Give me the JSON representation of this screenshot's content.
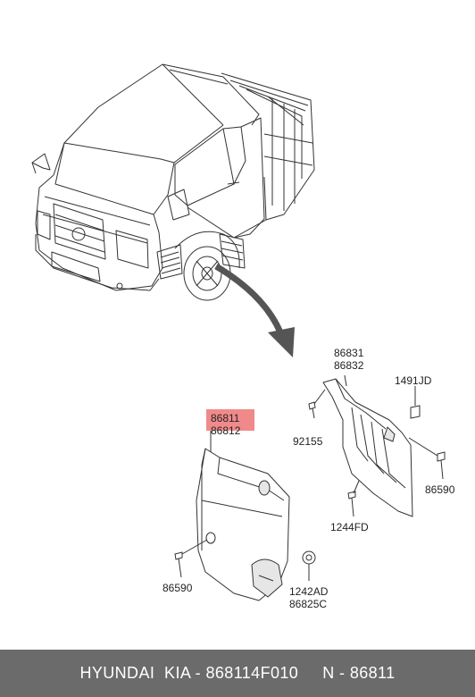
{
  "callouts": {
    "front_upper": "86811",
    "front_lower": "86812",
    "rear_upper": "86831",
    "rear_lower": "86832",
    "clip_top_right": "1491JD",
    "screw_left_rear": "92155",
    "screw_right": "86590",
    "screw_bottom_rear": "1244FD",
    "screw_left_front": "86590",
    "nut_upper": "1242AD",
    "nut_lower": "86825C"
  },
  "colors": {
    "highlight": "#f08a8a",
    "footer_bg": "#6b6b6b",
    "line": "#333333",
    "arrow": "#555555"
  },
  "footer": {
    "text": "HYUNDAI  KIA - 868114F010     N - 86811"
  }
}
